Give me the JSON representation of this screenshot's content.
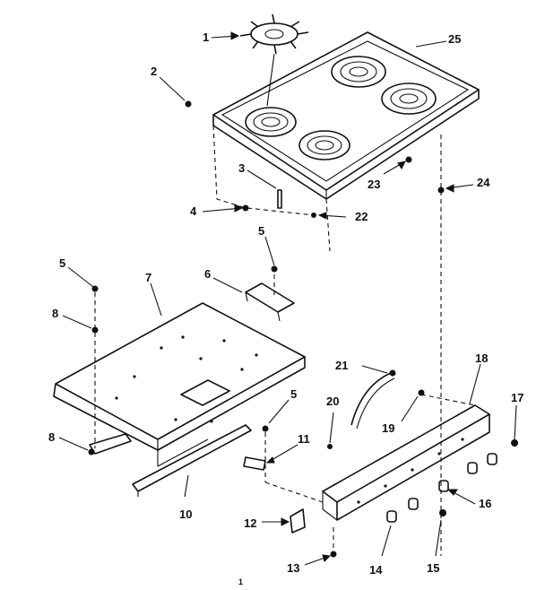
{
  "labels": {
    "p1": "1",
    "p2": "2",
    "p3": "3",
    "p4": "4",
    "p5a": "5",
    "p5b": "5",
    "p5c": "5",
    "p6": "6",
    "p7": "7",
    "p8a": "8",
    "p8b": "8",
    "p10": "10",
    "p11": "11",
    "p12": "12",
    "p13": "13",
    "p14": "14",
    "p15": "15",
    "p16": "16",
    "p17": "17",
    "p18": "18",
    "p19": "19",
    "p20": "20",
    "p21": "21",
    "p22": "22",
    "p23": "23",
    "p24": "24",
    "p25": "25",
    "footer": "1"
  }
}
